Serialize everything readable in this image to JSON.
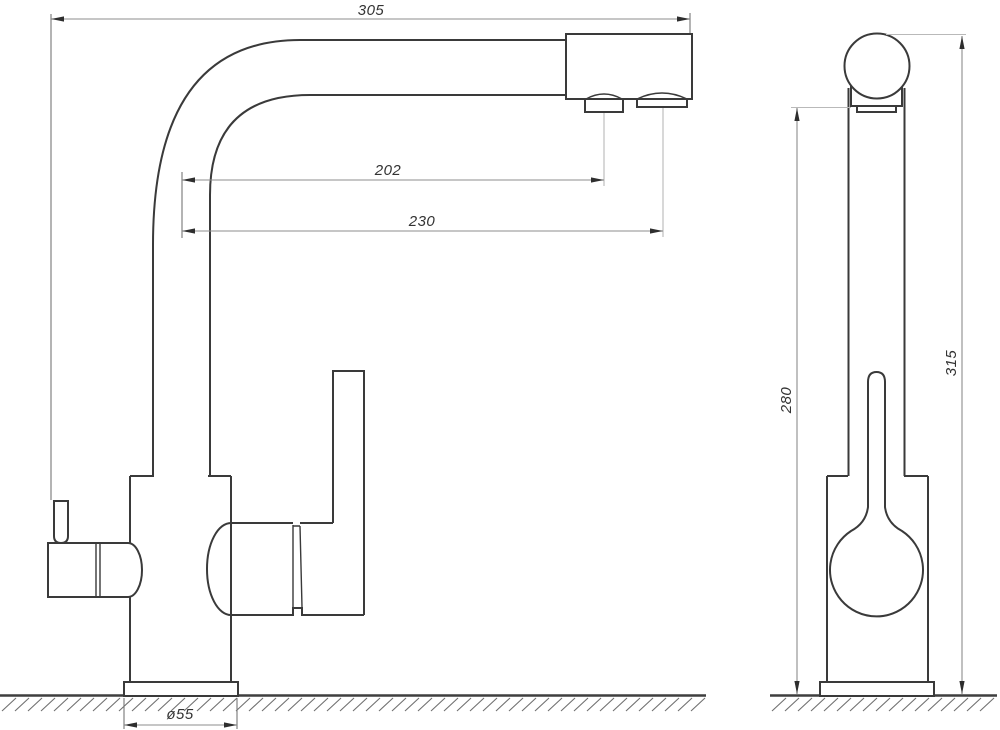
{
  "drawing": {
    "kind": "technical-drawing",
    "colors": {
      "background": "#ffffff",
      "outline": "#3a3a3a",
      "dimension_line": "#8d8d8d",
      "dimension_text": "#333333",
      "ground": "#3f3f3f"
    },
    "views": {
      "front": {
        "dims": {
          "overall_depth": "305",
          "filtered_outlet_reach": "202",
          "main_outlet_reach": "230",
          "base_diameter": "ø55"
        }
      },
      "side": {
        "dims": {
          "deck_to_spout": "280",
          "overall_height": "315"
        }
      }
    }
  }
}
